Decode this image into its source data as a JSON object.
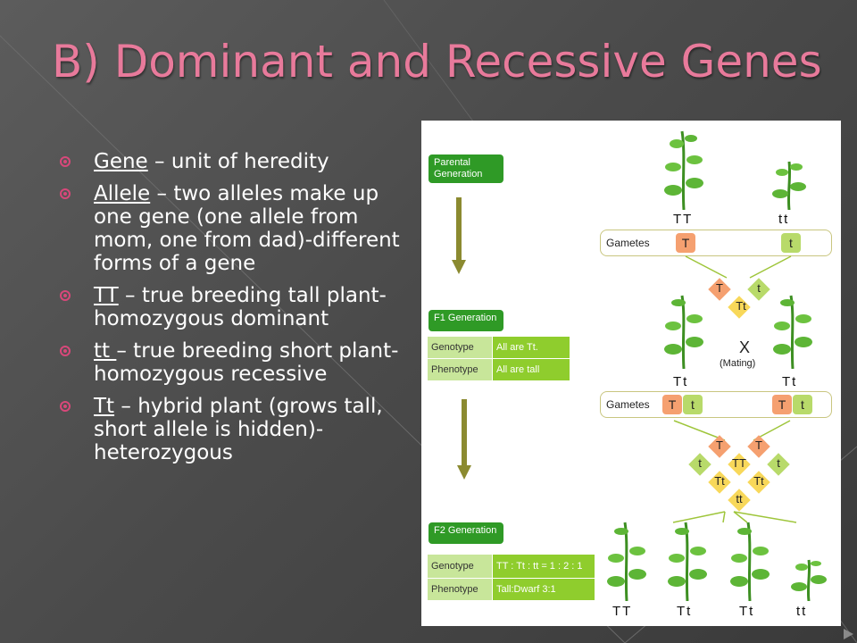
{
  "slide": {
    "title": "B) Dominant and Recessive Genes",
    "bullets": [
      {
        "term": "Gene",
        "text": " – unit of heredity"
      },
      {
        "term": "Allele",
        "text": " – two alleles make up one gene (one allele from mom, one from dad)-different forms of a gene"
      },
      {
        "term": "TT",
        "text": " – true breeding tall plant-homozygous dominant"
      },
      {
        "term": "tt ",
        "text": "– true breeding short plant-homozygous recessive"
      },
      {
        "term": "Tt",
        "text": " – hybrid plant (grows tall, short allele is hidden)-heterozygous"
      }
    ],
    "accent_color": "#d8487a",
    "title_color": "#e87a9b"
  },
  "figure": {
    "parental": {
      "label": "Parental Generation"
    },
    "f1": {
      "label": "F1 Generation",
      "genotype_key": "Genotype",
      "genotype_val": "All are Tt.",
      "phenotype_key": "Phenotype",
      "phenotype_val": "All are tall"
    },
    "f2": {
      "label": "F2 Generation",
      "genotype_key": "Genotype",
      "genotype_val": "TT : Tt : tt =  1 : 2 : 1",
      "phenotype_key": "Phenotype",
      "phenotype_val": "Tall:Dwarf 3:1"
    },
    "gametes_label": "Gametes",
    "mating_x": "X",
    "mating_label": "(Mating)",
    "parents": [
      "TT",
      "tt"
    ],
    "f1_parents": [
      "Tt",
      "Tt"
    ],
    "f2_offspring": [
      "TT",
      "Tt",
      "Tt",
      "tt"
    ],
    "alleles": {
      "dominant": "T",
      "recessive": "t"
    },
    "colors": {
      "green_box": "#2f9a26",
      "dominant": "#f5a070",
      "recessive": "#b8da6a"
    }
  }
}
